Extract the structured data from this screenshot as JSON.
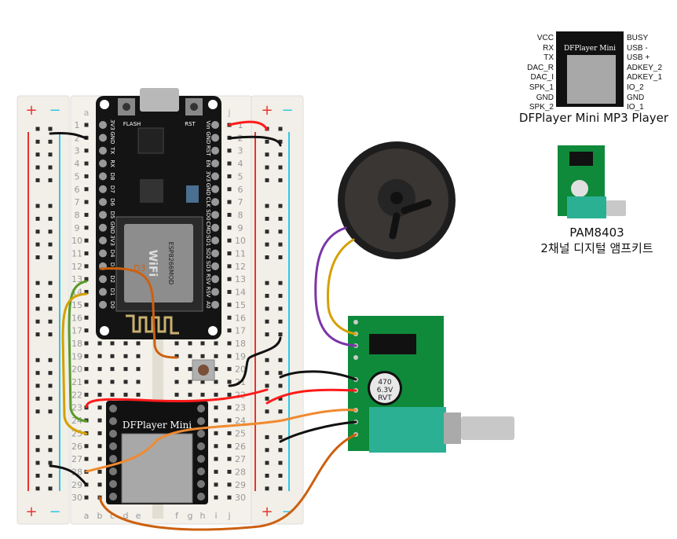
{
  "breadboard": {
    "columns_left": [
      "a",
      "b",
      "c",
      "d",
      "e"
    ],
    "columns_right": [
      "f",
      "g",
      "h",
      "i",
      "j"
    ],
    "rows": [
      1,
      2,
      3,
      4,
      5,
      6,
      7,
      8,
      9,
      10,
      11,
      12,
      13,
      14,
      15,
      16,
      17,
      18,
      19,
      20,
      21,
      22,
      23,
      24,
      25,
      26,
      27,
      28,
      29,
      30
    ],
    "plus": "+",
    "minus": "−",
    "colors": {
      "body": "#f1efe8",
      "rail_red": "#e8322e",
      "rail_blue": "#2ec7e6",
      "hole": "#2b2b2b"
    }
  },
  "esp": {
    "left_pins": [
      "3V3",
      "GND",
      "TX",
      "RX",
      "D8",
      "D7",
      "D6",
      "D5",
      "GND",
      "3V3",
      "D4",
      "D3",
      "D2",
      "D1",
      "D0"
    ],
    "right_pins": [
      "Vin",
      "GND",
      "RST",
      "EN",
      "3V3",
      "GND",
      "CLK",
      "SD0",
      "CMD",
      "SD1",
      "SD2",
      "SD3",
      "RSV",
      "RSV",
      "A0"
    ],
    "flash_label": "FLASH",
    "rst_label": "RST",
    "module_label": "ESP8266MOD",
    "wifi_label": "WiFi",
    "d3_annotation": "D3"
  },
  "dfplayer_board_label": "DFPlayer Mini",
  "reference": {
    "dfplayer": {
      "left_pins": [
        "VCC",
        "RX",
        "TX",
        "DAC_R",
        "DAC_I",
        "SPK_1",
        "GND",
        "SPK_2"
      ],
      "right_pins": [
        "BUSY",
        "USB -",
        "USB +",
        "ADKEY_2",
        "ADKEY_1",
        "IO_2",
        "GND",
        "IO_1"
      ],
      "board_label": "DFPlayer Mini",
      "caption": "DFPlayer Mini MP3 Player"
    },
    "pam": {
      "caption_line1": "PAM8403",
      "caption_line2": "2채널 디지털 앰프키트",
      "capacitor_text": [
        "470",
        "6.3V",
        "RVT"
      ]
    }
  },
  "wire_colors": {
    "red": "#ff1a1a",
    "black": "#111111",
    "green": "#5a9a2a",
    "yellow": "#d4a000",
    "orange": "#f08a30",
    "dark_orange": "#cc6010",
    "purple": "#7a35a8"
  }
}
